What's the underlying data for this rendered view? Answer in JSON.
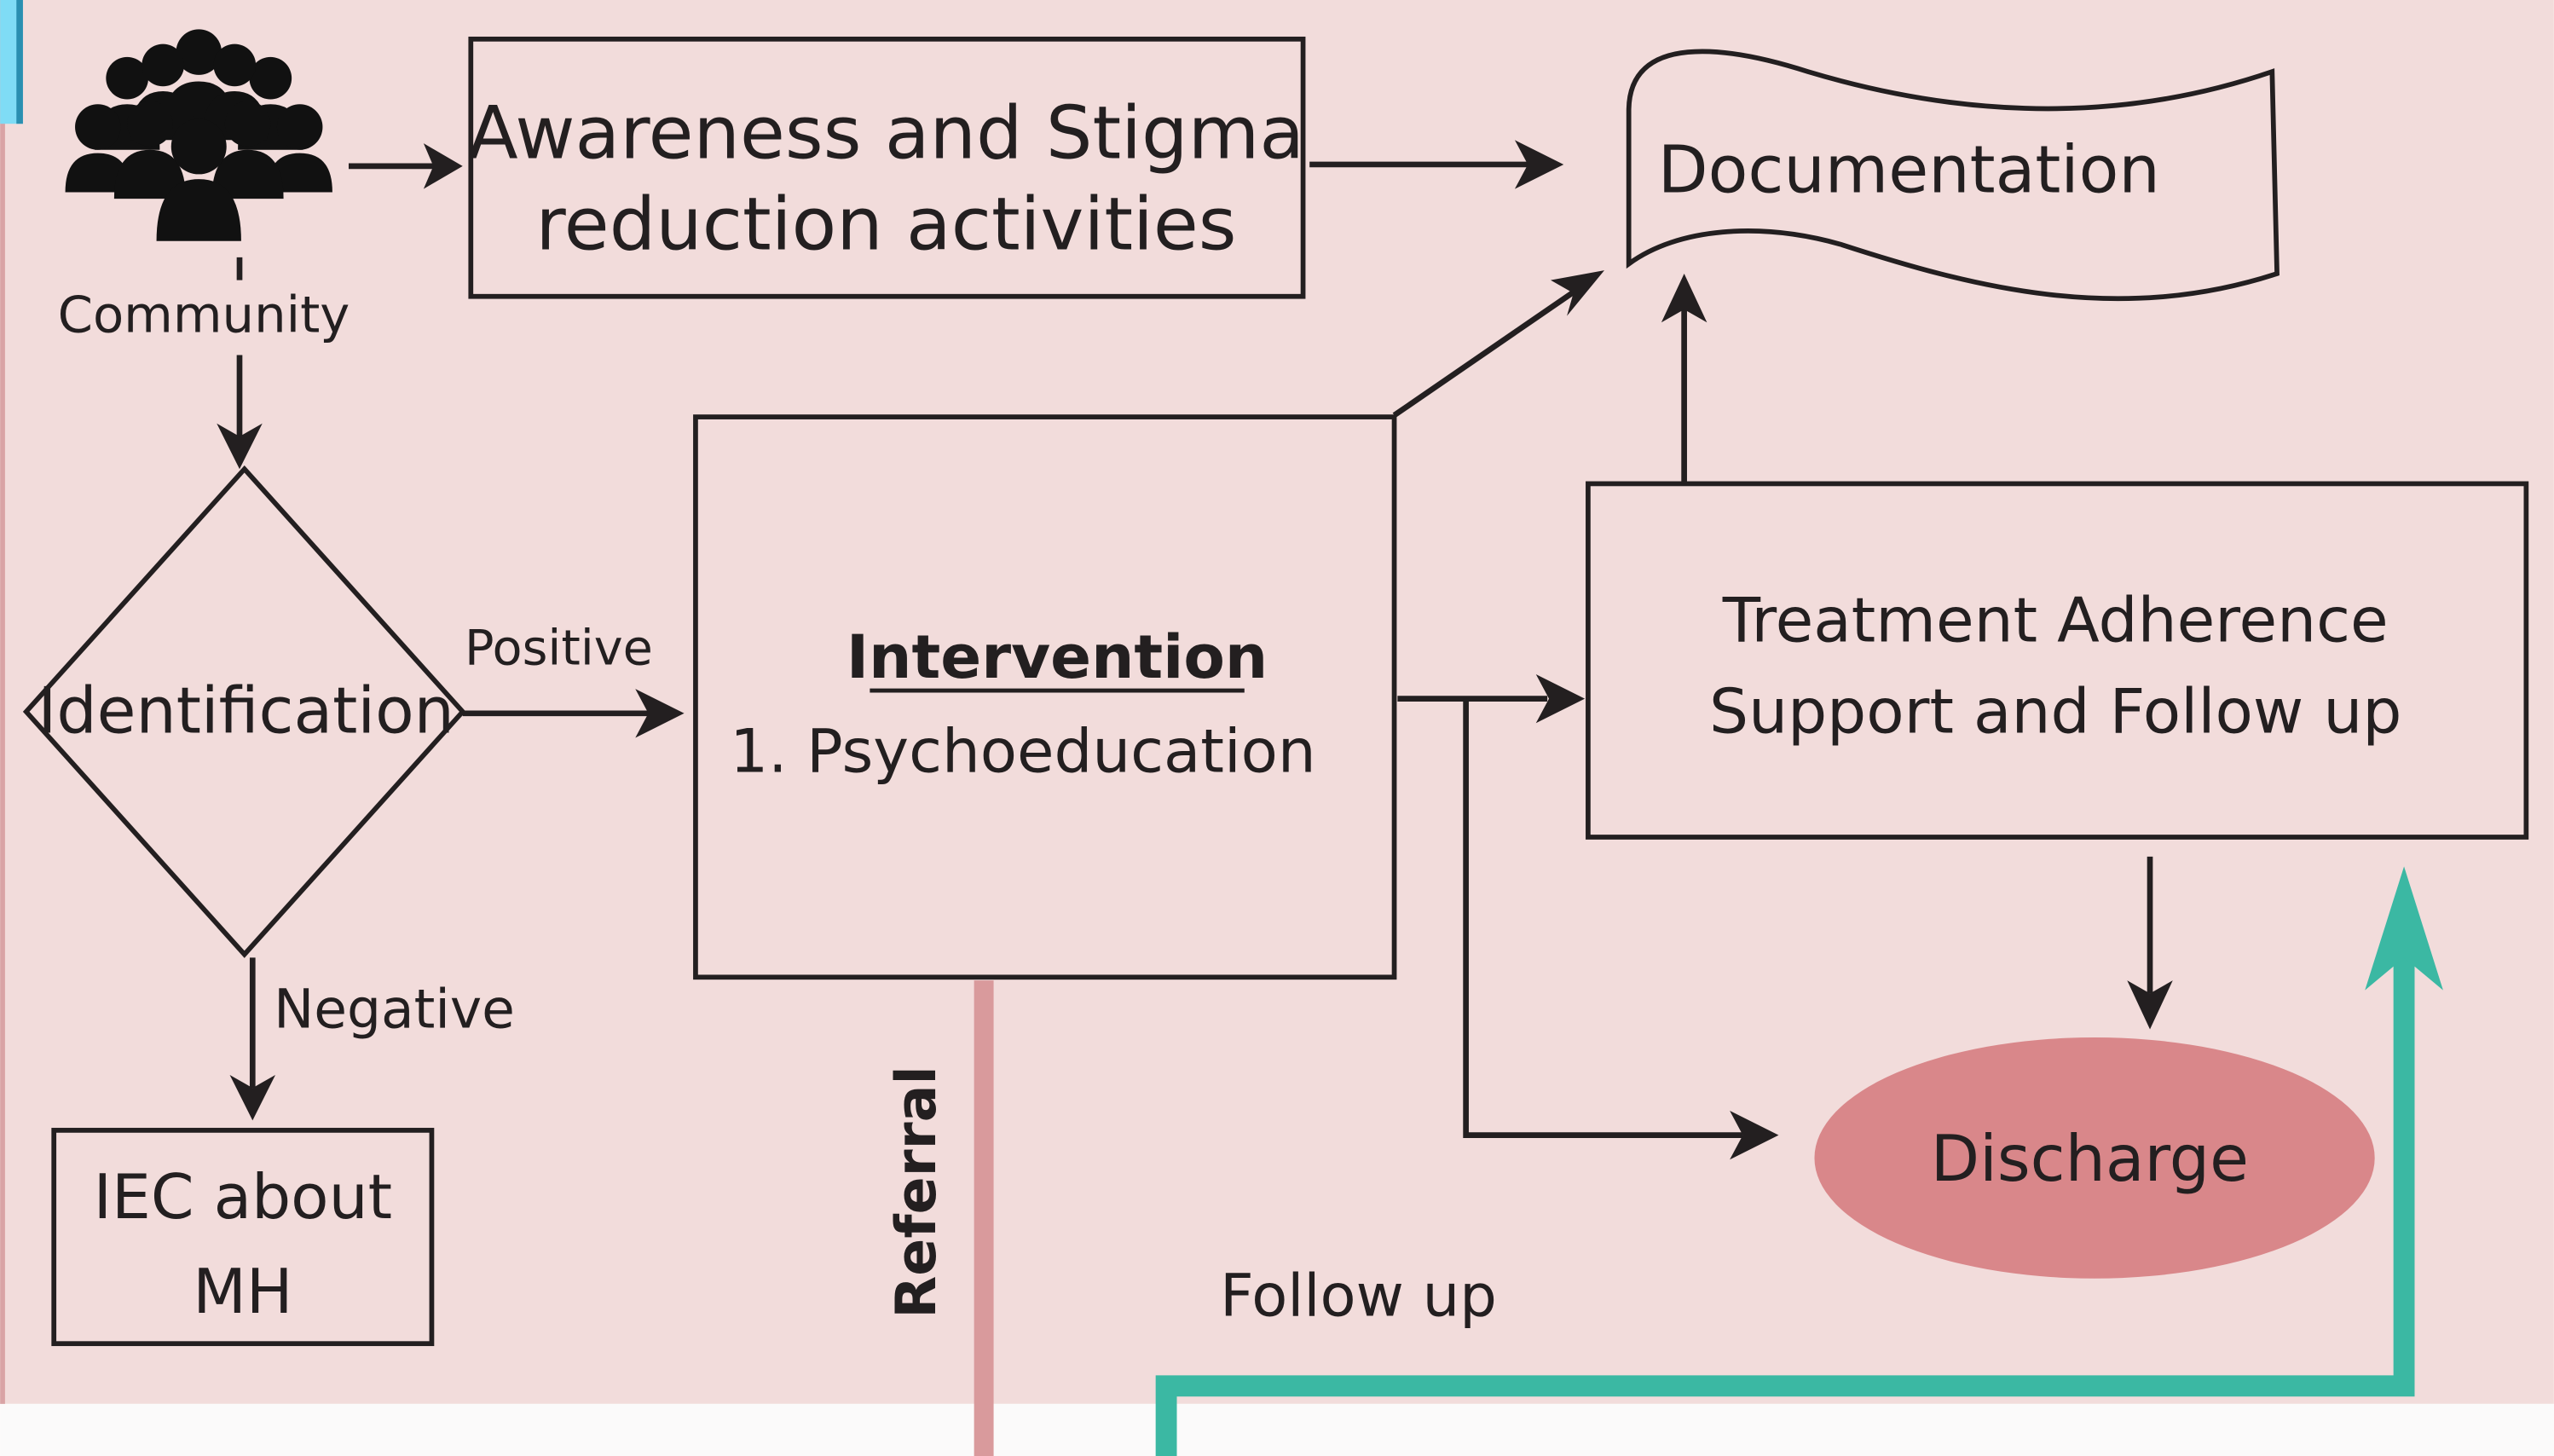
{
  "colors": {
    "background": "#f2dcdb",
    "text": "#231f20",
    "stroke": "#231f20",
    "discharge_fill": "#d9878a",
    "referral_line": "#d99a9c",
    "follow_up_line": "#3bb8a3",
    "corner_accent": "#7fdcf5"
  },
  "icons": {
    "community": "people-group-icon"
  },
  "nodes": {
    "community": "Community",
    "awareness": {
      "line1": "Awareness and Stigma",
      "line2": "reduction activities"
    },
    "documentation": "Documentation",
    "identification": "Identification",
    "intervention": {
      "title": "Intervention",
      "item1": "1. Psychoeducation"
    },
    "treatment": {
      "line1": "Treatment Adherence",
      "line2": "Support and Follow up"
    },
    "discharge": "Discharge",
    "iec": {
      "line1": "IEC about",
      "line2": "MH"
    }
  },
  "edges": {
    "positive": "Positive",
    "negative": "Negative",
    "referral": "Referral",
    "follow_up": "Follow up"
  }
}
